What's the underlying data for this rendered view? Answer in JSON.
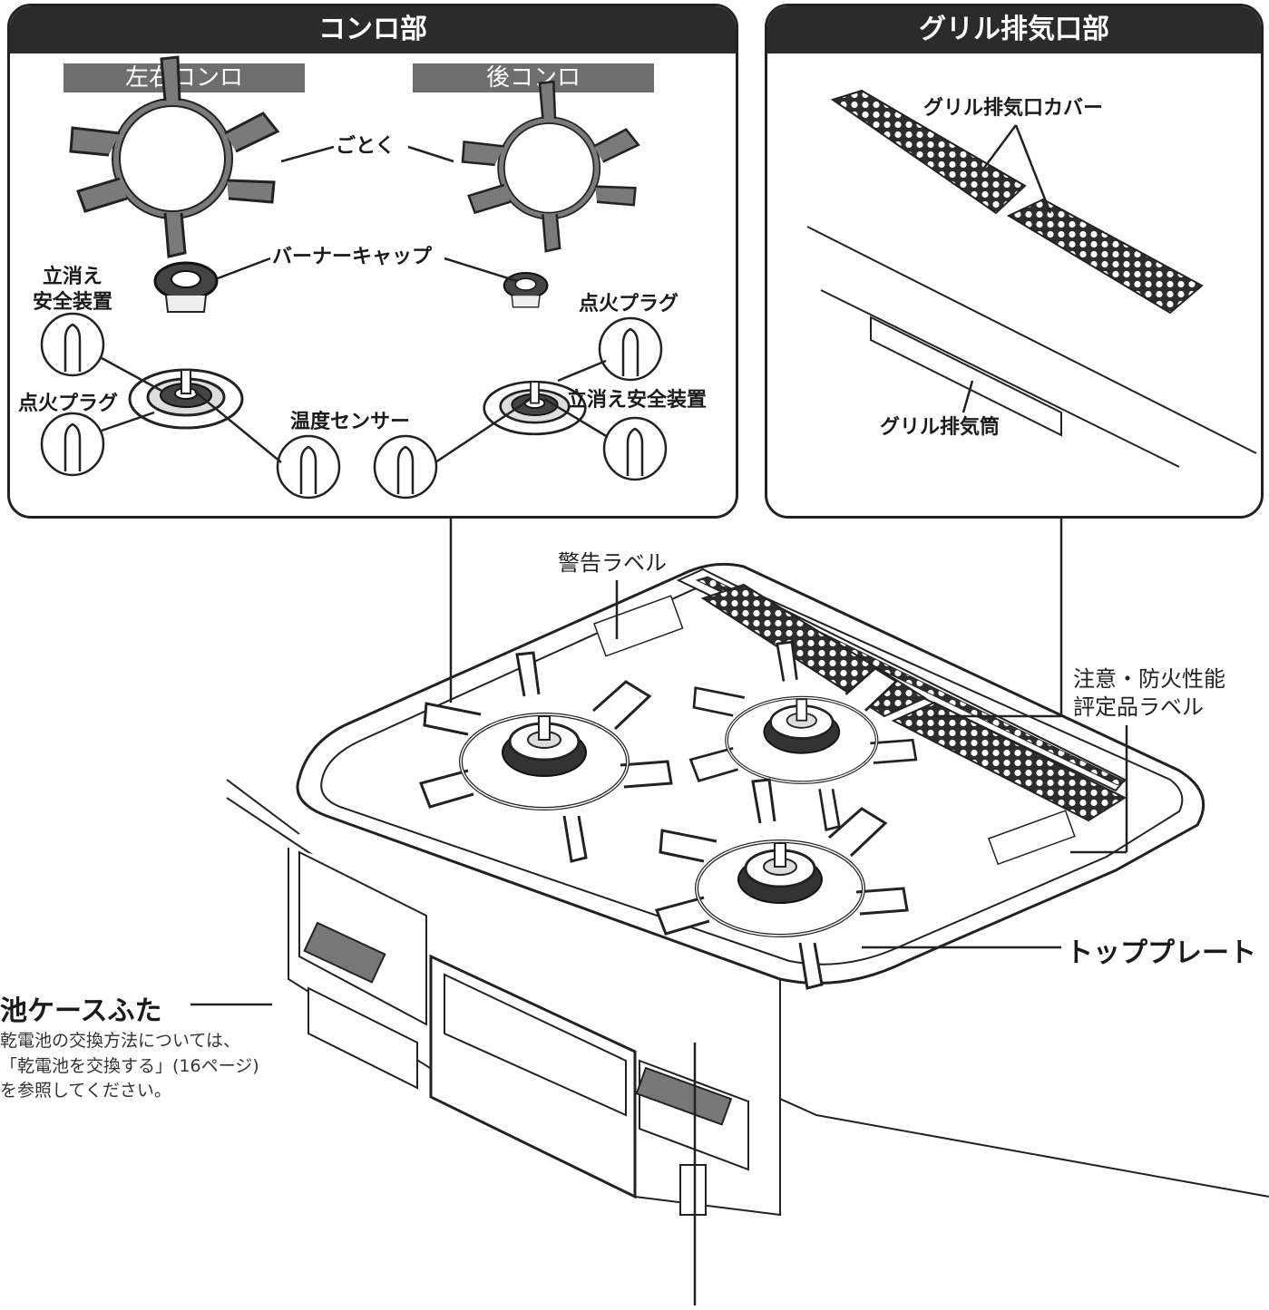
{
  "konro_panel": {
    "title": "コンロ部",
    "left_right_heading": "左右コンロ",
    "rear_heading": "後コンロ",
    "gotoku_label": "ごとく",
    "burner_cap_label": "バーナーキャップ",
    "flame_failure_left_line1": "立消え",
    "flame_failure_left_line2": "安全装置",
    "ignition_plug_left": "点火プラグ",
    "temp_sensor_label": "温度センサー",
    "ignition_plug_right": "点火プラグ",
    "flame_failure_right": "立消え安全装置"
  },
  "grill_panel": {
    "title": "グリル排気口部",
    "cover_label": "グリル排気口カバー",
    "exhaust_tube_label": "グリル排気筒"
  },
  "main": {
    "warning_label": "警告ラベル",
    "caution_label_line1": "注意・防火性能",
    "caution_label_line2": "評定品ラベル",
    "top_plate_label": "トッププレート",
    "battery_cover_label": "池ケースふた",
    "battery_note_line1": "乾電池の交換方法については、",
    "battery_note_line2": "「乾電池を交換する」(16ページ)",
    "battery_note_line3": "を参照してください。"
  }
}
